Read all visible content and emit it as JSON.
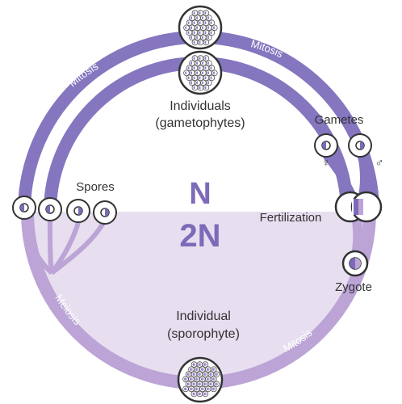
{
  "ploidy": {
    "haploid": "N",
    "diploid": "2N"
  },
  "labels": {
    "gametophytes_line1": "Individuals",
    "gametophytes_line2": "(gametophytes)",
    "gametes": "Gametes",
    "female_symbol": "♀",
    "male_symbol": "♂",
    "spores": "Spores",
    "fertilization": "Fertilization",
    "zygote": "Zygote",
    "sporophyte_line1": "Individual",
    "sporophyte_line2": "(sporophyte)"
  },
  "arcs": {
    "mitosis_left": "Mitosis",
    "mitosis_right": "Mitosis",
    "meiosis": "Meiosis",
    "mitosis_bottom": "Mitosis"
  },
  "colors": {
    "haploid_band": "#8576bf",
    "diploid_band": "#bca4d6",
    "diploid_fill": "#e7deef",
    "ploidy_text": "#7d6ab8",
    "cell_outline": "#333333"
  }
}
